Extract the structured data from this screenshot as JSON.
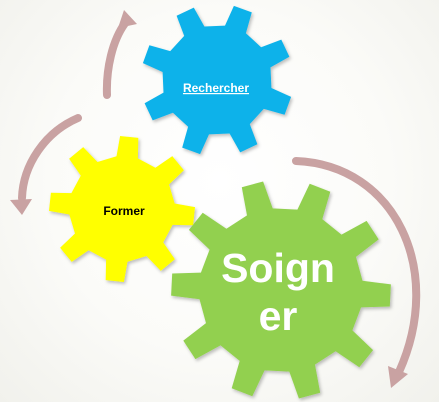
{
  "gears": {
    "rechercher": {
      "label": "Rechercher",
      "color": "#0fb2ea",
      "text_color": "#ffffff"
    },
    "former": {
      "label": "Former",
      "color": "#ffff00",
      "text_color": "#000000"
    },
    "soigner": {
      "label_line1": "Soign",
      "label_line2": "er",
      "color": "#92d050",
      "text_color": "#ffffff"
    }
  },
  "arrow_color": "#c9a2a2"
}
